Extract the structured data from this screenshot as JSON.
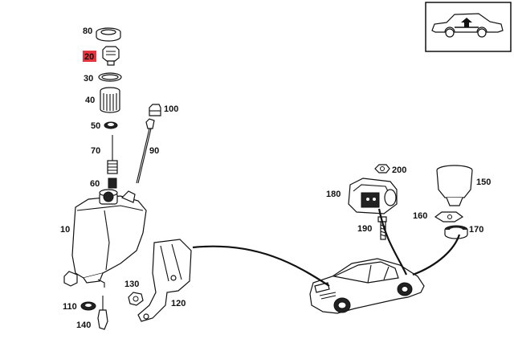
{
  "highlight_color": "#e8343f",
  "parts": [
    {
      "id": "p80",
      "label": "80"
    },
    {
      "id": "p20",
      "label": "20",
      "highlighted": true
    },
    {
      "id": "p30",
      "label": "30"
    },
    {
      "id": "p40",
      "label": "40"
    },
    {
      "id": "p50",
      "label": "50"
    },
    {
      "id": "p70",
      "label": "70"
    },
    {
      "id": "p60",
      "label": "60"
    },
    {
      "id": "p10",
      "label": "10"
    },
    {
      "id": "p100",
      "label": "100"
    },
    {
      "id": "p90",
      "label": "90"
    },
    {
      "id": "p110",
      "label": "110"
    },
    {
      "id": "p140",
      "label": "140"
    },
    {
      "id": "p130",
      "label": "130"
    },
    {
      "id": "p120",
      "label": "120"
    },
    {
      "id": "p200",
      "label": "200"
    },
    {
      "id": "p180",
      "label": "180"
    },
    {
      "id": "p190",
      "label": "190"
    },
    {
      "id": "p150",
      "label": "150"
    },
    {
      "id": "p160",
      "label": "160"
    },
    {
      "id": "p170",
      "label": "170"
    }
  ],
  "inset": {
    "icon": "car-location-icon"
  }
}
